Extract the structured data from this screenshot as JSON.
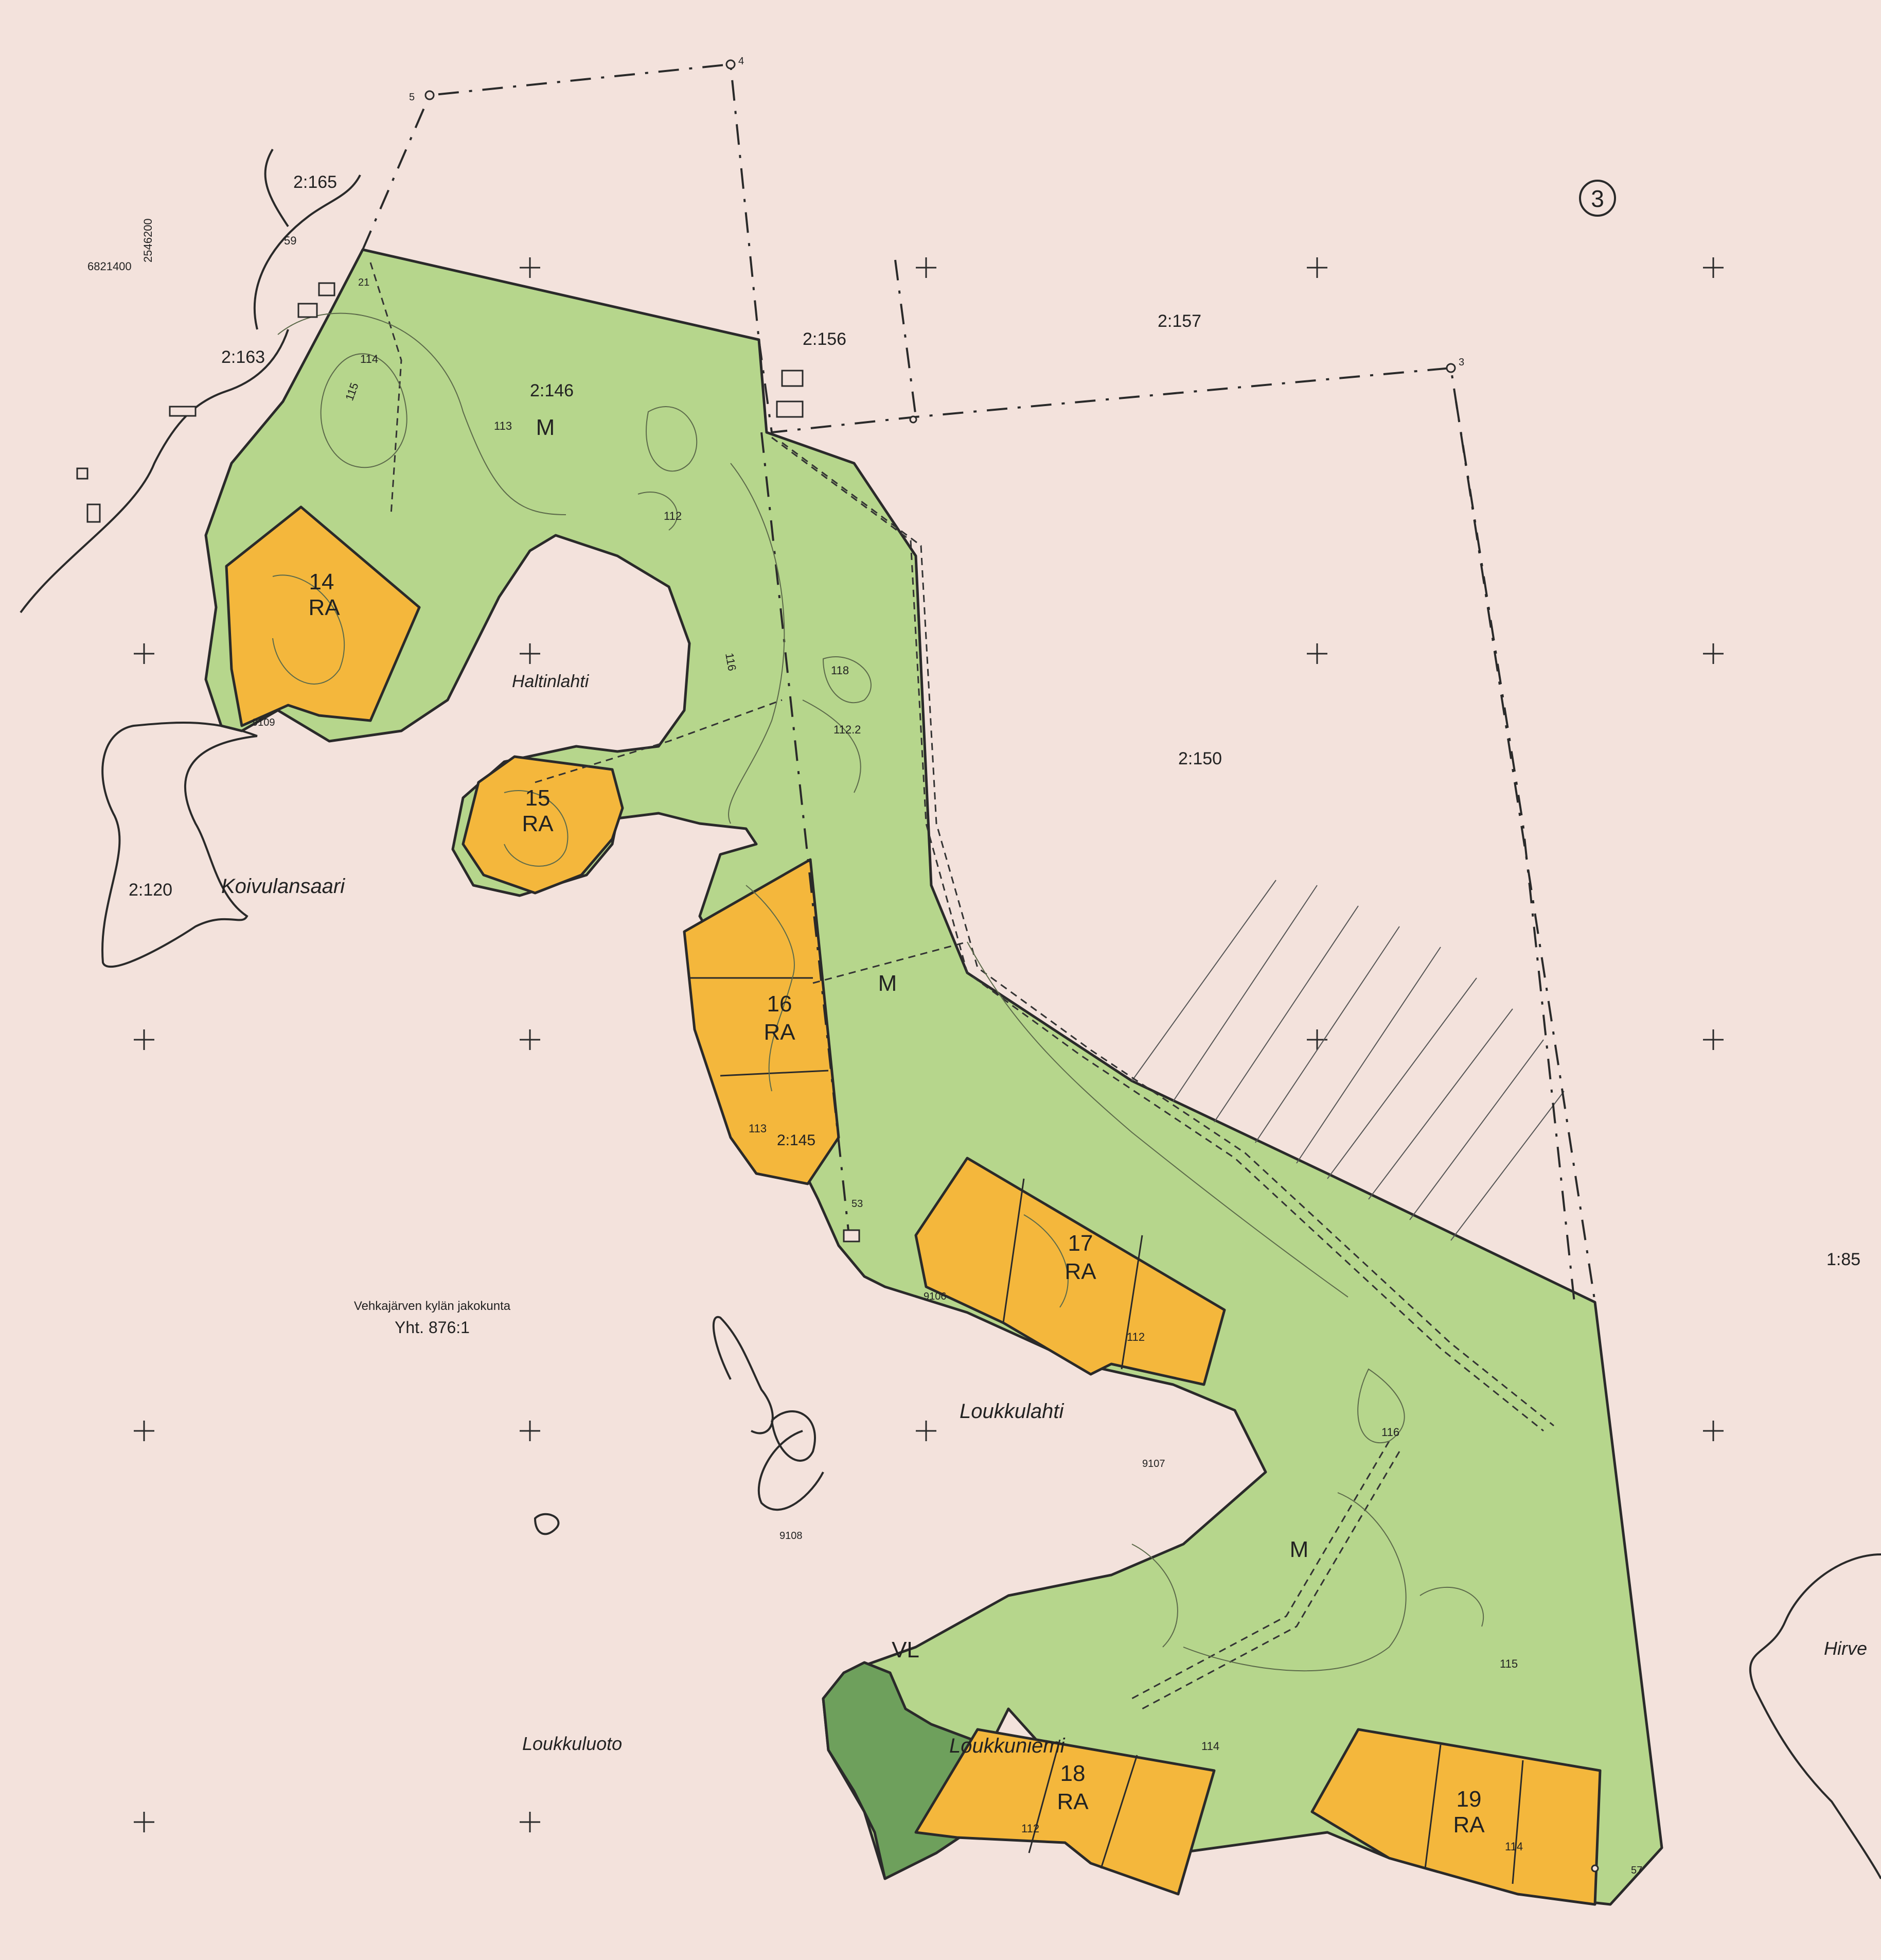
{
  "colors": {
    "paper": "#f3e2dc",
    "forest_zone": "#b6d68c",
    "holiday_zone": "#f4b73c",
    "recreation_zone": "#6ea05c",
    "line": "#2a2a2a",
    "contour": "#5c6a4a"
  },
  "sheet_number": "3",
  "scale_text": "1:85",
  "village_division": "Vehkajärven kylän jakokunta",
  "common_area": "Yht. 876:1",
  "coordinates": {
    "northing": "6821400",
    "easting": "2546200"
  },
  "parcels": [
    "2:165",
    "2:163",
    "2:146",
    "2:156",
    "2:157",
    "2:150",
    "2:120",
    "2:145"
  ],
  "place_names": [
    "Haltinlahti",
    "Koivulansaari",
    "Loukkulahti",
    "Loukkuniemi",
    "Loukkuluoto",
    "Hirve"
  ],
  "zone_codes": {
    "forest": "M",
    "holiday": "RA",
    "recreation": "VL"
  },
  "holiday_plots": [
    "14",
    "15",
    "16",
    "17",
    "18",
    "19"
  ],
  "boundary_points": [
    "3",
    "4",
    "5",
    "59",
    "21",
    "53",
    "57"
  ],
  "elevations": [
    "114",
    "115",
    "113",
    "112",
    "116",
    "118",
    "112.2"
  ],
  "shore_points": [
    "9109",
    "9106",
    "9107",
    "9108"
  ]
}
